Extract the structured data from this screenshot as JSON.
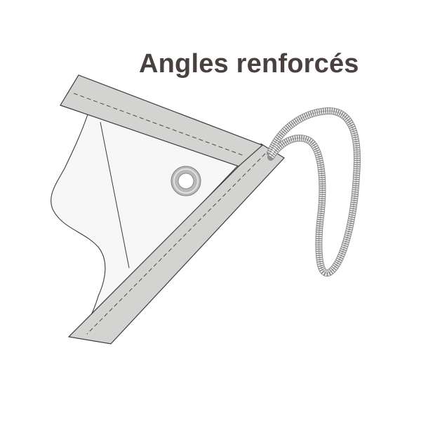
{
  "title": "Angles renforcés",
  "colors": {
    "title_text": "#4a4040",
    "hem_fill": "#d3d3d1",
    "fabric_fill": "#f7f7f7",
    "outline": "#3c3c3c",
    "eyelet_ring": "#b9b9b9",
    "cord": "#8e8e8e"
  },
  "illustration": {
    "name": "reinforced-corner",
    "parts": [
      "fabric-panel",
      "reinforced-hem-top",
      "reinforced-hem-diagonal",
      "eyelet",
      "elastic-cord-loop"
    ]
  }
}
